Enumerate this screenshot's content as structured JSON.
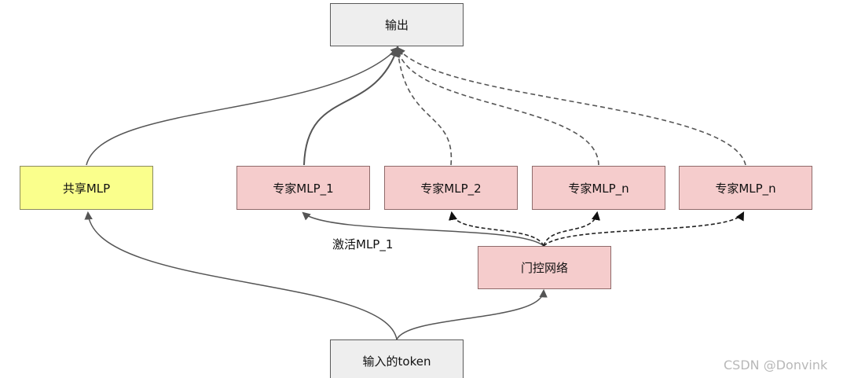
{
  "nodes": {
    "output": "输出",
    "shared_mlp": "共享MLP",
    "expert_1": "专家MLP_1",
    "expert_2": "专家MLP_2",
    "expert_n_a": "专家MLP_n",
    "expert_n_b": "专家MLP_n",
    "gate": "门控网络",
    "input": "输入的token"
  },
  "annotations": {
    "activate": "激活MLP_1"
  },
  "watermark": "CSDN @Donvink",
  "colors": {
    "neutral_box": "#eeeeee",
    "expert_box": "#f5cccc",
    "shared_box": "#faff8c",
    "edge": "#555555",
    "gate_edge": "#222222"
  },
  "edges": [
    {
      "from": "shared_mlp",
      "to": "output",
      "style": "solid"
    },
    {
      "from": "expert_1",
      "to": "output",
      "style": "solid"
    },
    {
      "from": "expert_2",
      "to": "output",
      "style": "dashed"
    },
    {
      "from": "expert_n_a",
      "to": "output",
      "style": "dashed"
    },
    {
      "from": "expert_n_b",
      "to": "output",
      "style": "dashed"
    },
    {
      "from": "input",
      "to": "shared_mlp",
      "style": "solid"
    },
    {
      "from": "input",
      "to": "gate",
      "style": "solid"
    },
    {
      "from": "gate",
      "to": "expert_1",
      "style": "solid"
    },
    {
      "from": "gate",
      "to": "expert_2",
      "style": "dashed"
    },
    {
      "from": "gate",
      "to": "expert_n_a",
      "style": "dashed"
    },
    {
      "from": "gate",
      "to": "expert_n_b",
      "style": "dashed"
    }
  ]
}
